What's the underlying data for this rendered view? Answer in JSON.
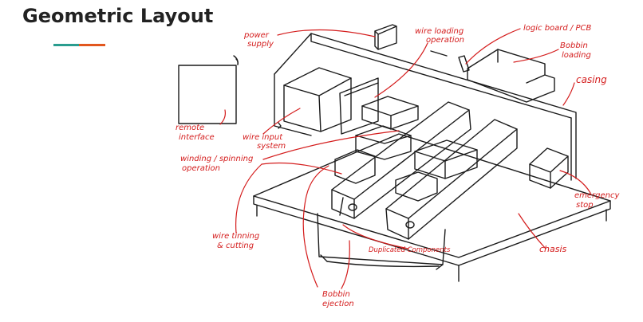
{
  "title": "Geometric Layout",
  "colors": {
    "title": "#222222",
    "accent_teal": "#2a9d8f",
    "accent_orange": "#e2571e",
    "annotation": "#d41c1c",
    "sketch": "#1a1a1a"
  },
  "annotations": {
    "power_supply": [
      "power",
      "supply"
    ],
    "wire_loading": [
      "wire loading",
      "operation"
    ],
    "logic_board": "logic board / PCB",
    "bobbin_loading": [
      "Bobbin",
      "loading"
    ],
    "casing": "casing",
    "remote_interface": [
      "remote",
      "interface"
    ],
    "wire_input": [
      "wire input",
      "system"
    ],
    "winding": [
      "winding / spinning",
      "operation"
    ],
    "emergency_stop": [
      "emergency",
      "stop"
    ],
    "wire_tinning": [
      "wire tinning",
      "& cutting"
    ],
    "duplicated": "Duplicated Components",
    "chasis": "chasis",
    "bobbin_ejection": [
      "Bobbin",
      "ejection"
    ]
  }
}
